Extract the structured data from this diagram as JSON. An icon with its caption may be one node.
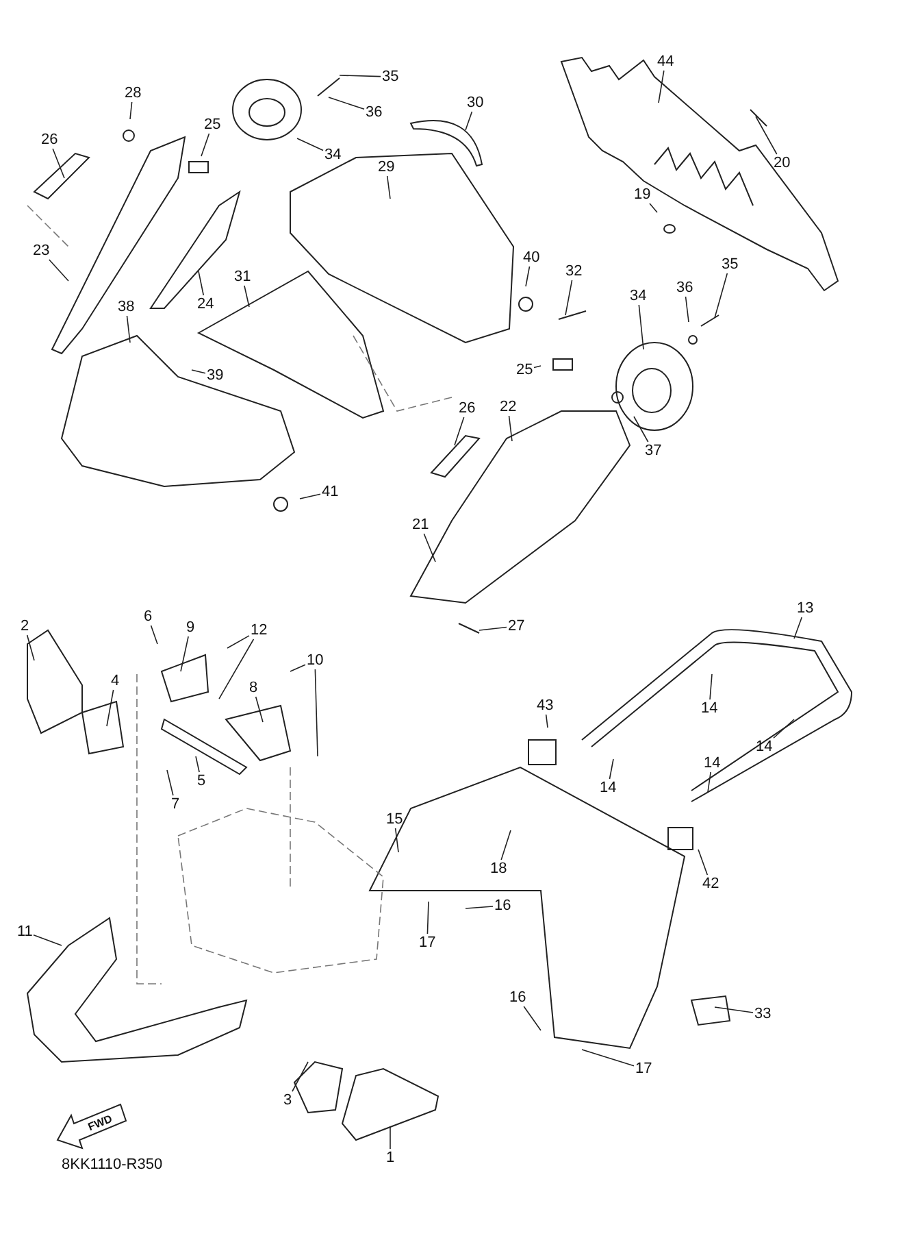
{
  "diagram": {
    "nodes": [
      {
        "text": [
          "35"
        ]
      },
      {
        "text": [
          "36"
        ]
      },
      {
        "text": [
          "34"
        ]
      },
      {
        "text": [
          "28"
        ]
      },
      {
        "text": [
          "25"
        ]
      },
      {
        "text": [
          "26"
        ]
      },
      {
        "text": [
          "30"
        ]
      },
      {
        "text": [
          "44"
        ]
      },
      {
        "text": [
          "29"
        ]
      },
      {
        "text": [
          "20"
        ]
      },
      {
        "text": [
          "19"
        ]
      },
      {
        "text": [
          "23"
        ]
      },
      {
        "text": [
          "24"
        ]
      },
      {
        "text": [
          "31"
        ]
      },
      {
        "text": [
          "38"
        ]
      },
      {
        "text": [
          "39"
        ]
      },
      {
        "text": [
          "40"
        ]
      },
      {
        "text": [
          "32"
        ]
      },
      {
        "text": [
          "35"
        ]
      },
      {
        "text": [
          "36"
        ]
      },
      {
        "text": [
          "34"
        ]
      },
      {
        "text": [
          "25"
        ]
      },
      {
        "text": [
          "26"
        ]
      },
      {
        "text": [
          "22"
        ]
      },
      {
        "text": [
          "37"
        ]
      },
      {
        "text": [
          "41"
        ]
      },
      {
        "text": [
          "21"
        ]
      },
      {
        "text": [
          "27"
        ]
      },
      {
        "text": [
          "13"
        ]
      },
      {
        "text": [
          "2"
        ]
      },
      {
        "text": [
          "6"
        ]
      },
      {
        "text": [
          "9"
        ]
      },
      {
        "text": [
          "12"
        ]
      },
      {
        "text": [
          "10"
        ]
      },
      {
        "text": [
          "8"
        ]
      },
      {
        "text": [
          "4"
        ]
      },
      {
        "text": [
          "14"
        ]
      },
      {
        "text": [
          "14"
        ]
      },
      {
        "text": [
          "43"
        ]
      },
      {
        "text": [
          "14"
        ]
      },
      {
        "text": [
          "14"
        ]
      },
      {
        "text": [
          "5"
        ]
      },
      {
        "text": [
          "7"
        ]
      },
      {
        "text": [
          "15"
        ]
      },
      {
        "text": [
          "18"
        ]
      },
      {
        "text": [
          "42"
        ]
      },
      {
        "text": [
          "16"
        ]
      },
      {
        "text": [
          "17"
        ]
      },
      {
        "text": [
          "11"
        ]
      },
      {
        "text": [
          "16"
        ]
      },
      {
        "text": [
          "33"
        ]
      },
      {
        "text": [
          "17"
        ]
      },
      {
        "text": [
          "3"
        ]
      },
      {
        "text": [
          "1"
        ]
      }
    ],
    "edges": [
      {
        "from": 0,
        "to": null,
        "arrow": "none"
      },
      {
        "from": 1,
        "to": null,
        "arrow": "none"
      },
      {
        "from": 2,
        "to": null,
        "arrow": "none"
      },
      {
        "from": 3,
        "to": null,
        "arrow": "none"
      },
      {
        "from": 4,
        "to": null,
        "arrow": "none"
      },
      {
        "from": 5,
        "to": null,
        "arrow": "none"
      },
      {
        "from": 6,
        "to": null,
        "arrow": "none"
      },
      {
        "from": 7,
        "to": null,
        "arrow": "none"
      },
      {
        "from": 8,
        "to": null,
        "arrow": "none"
      },
      {
        "from": 9,
        "to": null,
        "arrow": "none"
      },
      {
        "from": 10,
        "to": null,
        "arrow": "none"
      },
      {
        "from": 11,
        "to": null,
        "arrow": "none"
      },
      {
        "from": 12,
        "to": null,
        "arrow": "none"
      },
      {
        "from": 13,
        "to": null,
        "arrow": "none"
      },
      {
        "from": 14,
        "to": null,
        "arrow": "none"
      },
      {
        "from": 15,
        "to": null,
        "arrow": "none"
      },
      {
        "from": 16,
        "to": null,
        "arrow": "none"
      },
      {
        "from": 17,
        "to": null,
        "arrow": "none"
      },
      {
        "from": 18,
        "to": null,
        "arrow": "none"
      },
      {
        "from": 19,
        "to": null,
        "arrow": "none"
      },
      {
        "from": 20,
        "to": null,
        "arrow": "none"
      },
      {
        "from": 21,
        "to": null,
        "arrow": "none"
      },
      {
        "from": 22,
        "to": null,
        "arrow": "none"
      },
      {
        "from": 23,
        "to": null,
        "arrow": "none"
      },
      {
        "from": 24,
        "to": null,
        "arrow": "none"
      },
      {
        "from": 25,
        "to": null,
        "arrow": "none"
      },
      {
        "from": 26,
        "to": null,
        "arrow": "none"
      },
      {
        "from": 27,
        "to": null,
        "arrow": "none"
      },
      {
        "from": 28,
        "to": null,
        "arrow": "none"
      },
      {
        "from": 29,
        "to": null,
        "arrow": "none"
      },
      {
        "from": 30,
        "to": null,
        "arrow": "none"
      },
      {
        "from": 31,
        "to": null,
        "arrow": "none"
      },
      {
        "from": 32,
        "to": null,
        "arrow": "none"
      },
      {
        "from": 32,
        "to": null,
        "arrow": "none"
      },
      {
        "from": 33,
        "to": null,
        "arrow": "none"
      },
      {
        "from": 33,
        "to": null,
        "arrow": "none"
      },
      {
        "from": 34,
        "to": null,
        "arrow": "none"
      },
      {
        "from": 35,
        "to": null,
        "arrow": "none"
      },
      {
        "from": 36,
        "to": null,
        "arrow": "none"
      },
      {
        "from": 37,
        "to": null,
        "arrow": "none"
      },
      {
        "from": 38,
        "to": null,
        "arrow": "none"
      },
      {
        "from": 39,
        "to": null,
        "arrow": "none"
      },
      {
        "from": 40,
        "to": null,
        "arrow": "none"
      },
      {
        "from": 41,
        "to": null,
        "arrow": "none"
      },
      {
        "from": 42,
        "to": null,
        "arrow": "none"
      },
      {
        "from": 43,
        "to": null,
        "arrow": "none"
      },
      {
        "from": 44,
        "to": null,
        "arrow": "none"
      },
      {
        "from": 45,
        "to": null,
        "arrow": "none"
      },
      {
        "from": 46,
        "to": null,
        "arrow": "none"
      },
      {
        "from": 47,
        "to": null,
        "arrow": "none"
      },
      {
        "from": 48,
        "to": null,
        "arrow": "none"
      },
      {
        "from": 49,
        "to": null,
        "arrow": "none"
      },
      {
        "from": 50,
        "to": null,
        "arrow": "none"
      },
      {
        "from": 51,
        "to": null,
        "arrow": "none"
      },
      {
        "from": 52,
        "to": null,
        "arrow": "none"
      },
      {
        "from": 53,
        "to": null,
        "arrow": "none"
      }
    ],
    "labels": [
      "FWD",
      "8KK1110-R350"
    ]
  }
}
